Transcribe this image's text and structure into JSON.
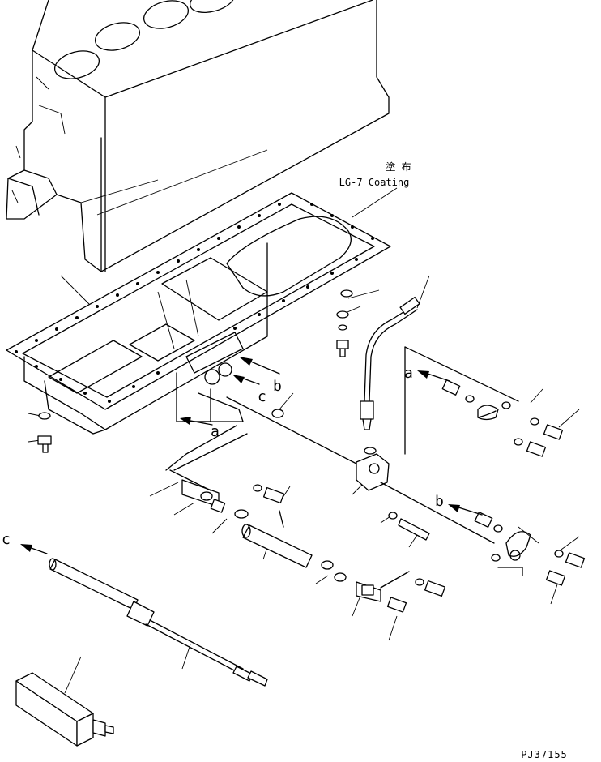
{
  "annotations": {
    "coating_jp": "塗 布",
    "coating_en": "LG-7 Coating",
    "ref_a": "a",
    "ref_b": "b",
    "ref_c": "c",
    "drawing_number": "PJ37155"
  }
}
